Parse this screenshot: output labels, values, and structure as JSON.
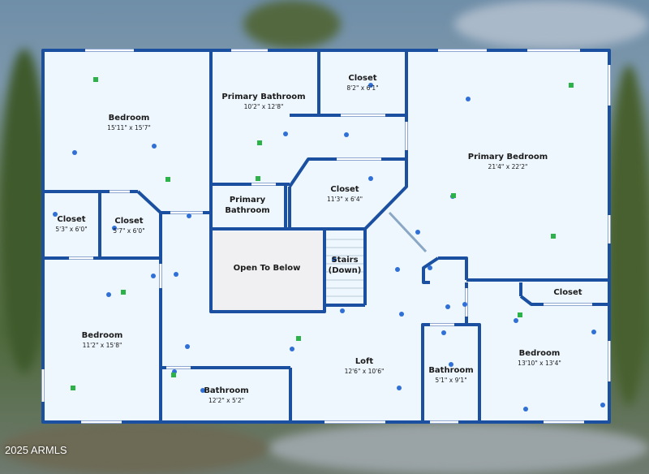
{
  "colors": {
    "wall": "#1b4fa0",
    "floor": "#eef7fe",
    "open": "#f0f0f2",
    "marker_blue": "#2f6fd6",
    "marker_green": "#2db24a"
  },
  "rooms": [
    {
      "id": "bedroom-1",
      "name": "Bedroom",
      "dim": "15'11\" x 15'7\""
    },
    {
      "id": "primary-bathroom-top",
      "name": "Primary Bathroom",
      "dim": "10'2\" x 12'8\""
    },
    {
      "id": "closet-top",
      "name": "Closet",
      "dim": "8'2\" x 6'1\""
    },
    {
      "id": "primary-bedroom",
      "name": "Primary Bedroom",
      "dim": "21'4\" x 22'2\""
    },
    {
      "id": "closet-middle",
      "name": "Closet",
      "dim": "11'3\" x 6'4\""
    },
    {
      "id": "primary-bathroom-small",
      "name": "Primary\nBathroom",
      "dim": ""
    },
    {
      "id": "closet-left-1",
      "name": "Closet",
      "dim": "5'3\" x 6'0\""
    },
    {
      "id": "closet-left-2",
      "name": "Closet",
      "dim": "5'7\" x 6'0\""
    },
    {
      "id": "open-to-below",
      "name": "Open To Below",
      "dim": ""
    },
    {
      "id": "stairs",
      "name": "Stairs\n(Down)",
      "dim": ""
    },
    {
      "id": "bedroom-2",
      "name": "Bedroom",
      "dim": "11'2\" x 15'8\""
    },
    {
      "id": "loft",
      "name": "Loft",
      "dim": "12'6\" x 10'6\""
    },
    {
      "id": "bathroom-1",
      "name": "Bathroom",
      "dim": "12'2\" x 5'2\""
    },
    {
      "id": "bathroom-2",
      "name": "Bathroom",
      "dim": "5'1\" x 9'1\""
    },
    {
      "id": "closet-right",
      "name": "Closet",
      "dim": ""
    },
    {
      "id": "bedroom-3",
      "name": "Bedroom",
      "dim": "13'10\" x 13'4\""
    }
  ],
  "copyright": "2025 ARMLS"
}
